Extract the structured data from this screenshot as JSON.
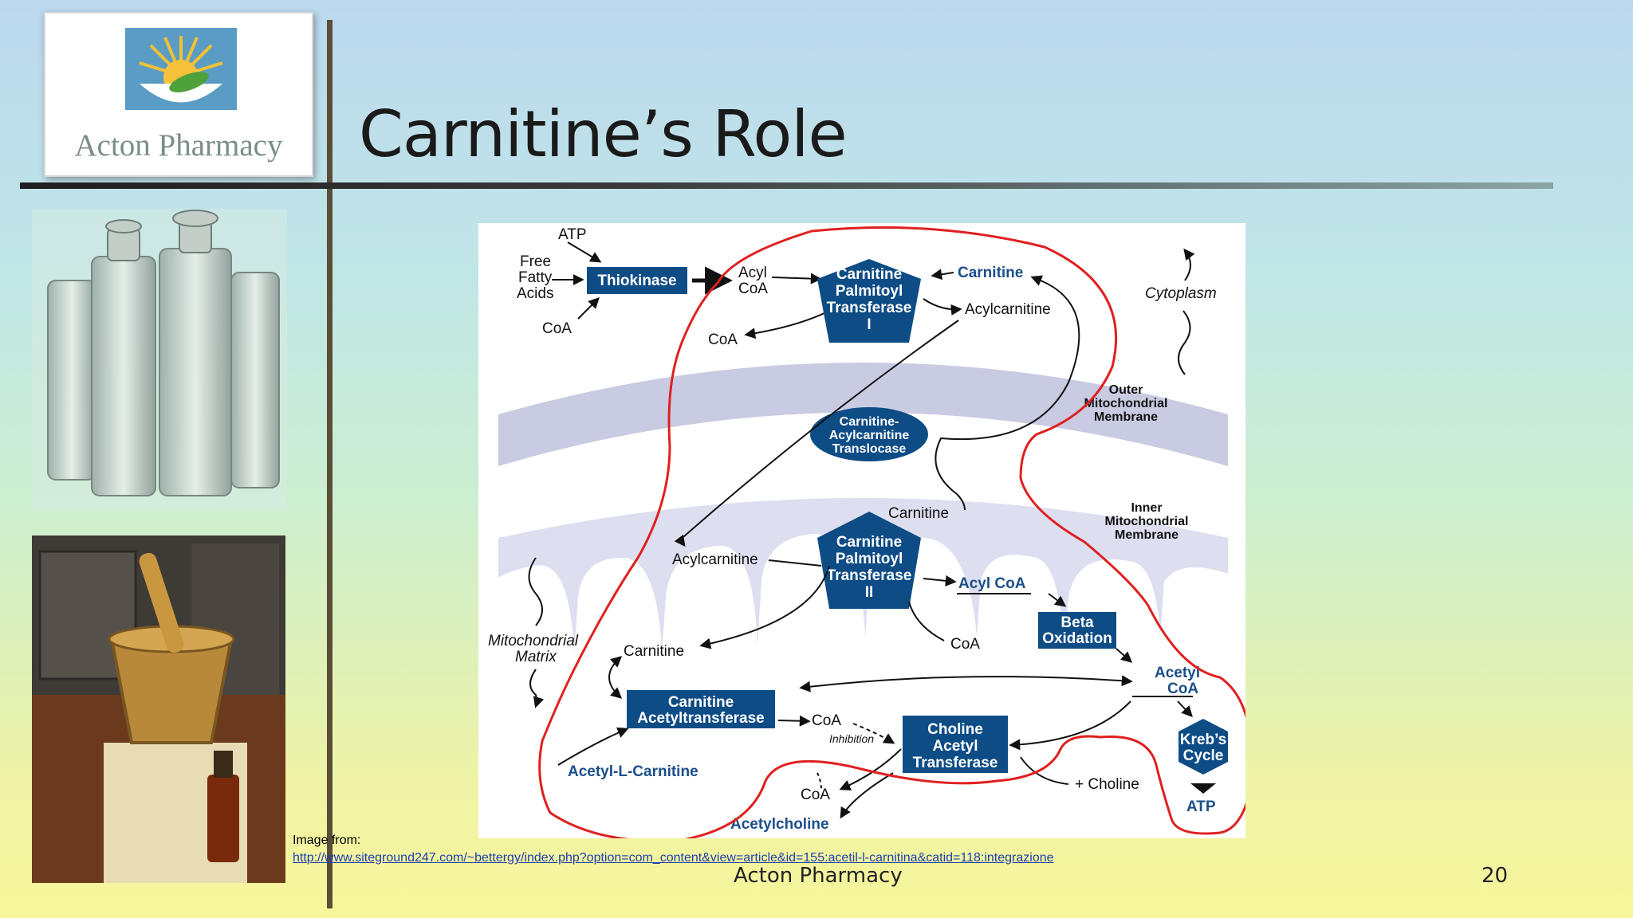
{
  "slide": {
    "title": "Carnitine’s Role",
    "logo_text": "Acton Pharmacy",
    "footer": "Acton Pharmacy",
    "page_number": "20",
    "credit_label": "Image from:",
    "credit_url": "http://www.siteground247.com/~bettergy/index.php?option=com_content&view=article&id=155:acetil-l-carnitina&catid=118:integrazione"
  },
  "diagram": {
    "atp_top": "ATP",
    "free_fatty_1": "Free",
    "free_fatty_2": "Fatty",
    "free_fatty_3": "Acids",
    "coa_left": "CoA",
    "thiokinase": "Thiokinase",
    "acyl_coa_1": "Acyl",
    "acyl_coa_2": "CoA",
    "coa_mid": "CoA",
    "cpt1_1": "Carnitine",
    "cpt1_2": "Palmitoyl",
    "cpt1_3": "Transferase",
    "cpt1_4": "I",
    "carnitine_top": "Carnitine",
    "acylcarnitine_top": "Acylcarnitine",
    "cytoplasm": "Cytoplasm",
    "outer_mem_1": "Outer",
    "outer_mem_2": "Mitochondrial",
    "outer_mem_3": "Membrane",
    "translocase_1": "Carnitine-",
    "translocase_2": "Acylcarnitine",
    "translocase_3": "Translocase",
    "carnitine_inner": "Carnitine",
    "inner_mem_1": "Inner",
    "inner_mem_2": "Mitochondrial",
    "inner_mem_3": "Membrane",
    "acylcarnitine_mid": "Acylcarnitine",
    "cpt2_1": "Carnitine",
    "cpt2_2": "Palmitoyl",
    "cpt2_3": "Transferase",
    "cpt2_4": "II",
    "acyl_coa_blue": "Acyl CoA",
    "coa_cpt2": "CoA",
    "beta_1": "Beta",
    "beta_2": "Oxidation",
    "matrix_1": "Mitochondrial",
    "matrix_2": "Matrix",
    "carnitine_low": "Carnitine",
    "acetyl_coa_1": "Acetyl",
    "acetyl_coa_2": "CoA",
    "cat_1": "Carnitine",
    "cat_2": "Acetyltransferase",
    "coa_low": "CoA",
    "inhibition": "Inhibition",
    "chat_1": "Choline",
    "chat_2": "Acetyl",
    "chat_3": "Transferase",
    "krebs_1": "Kreb’s",
    "krebs_2": "Cycle",
    "acetyl_l_carnitine": "Acetyl-L-Carnitine",
    "coa_bottom": "CoA",
    "choline": "+ Choline",
    "atp_bottom": "ATP",
    "acetylcholine": "Acetylcholine"
  },
  "colors": {
    "enzyme_box": "#0e4c86",
    "outline_red": "#e02020",
    "membrane": "#c9cbe2"
  }
}
